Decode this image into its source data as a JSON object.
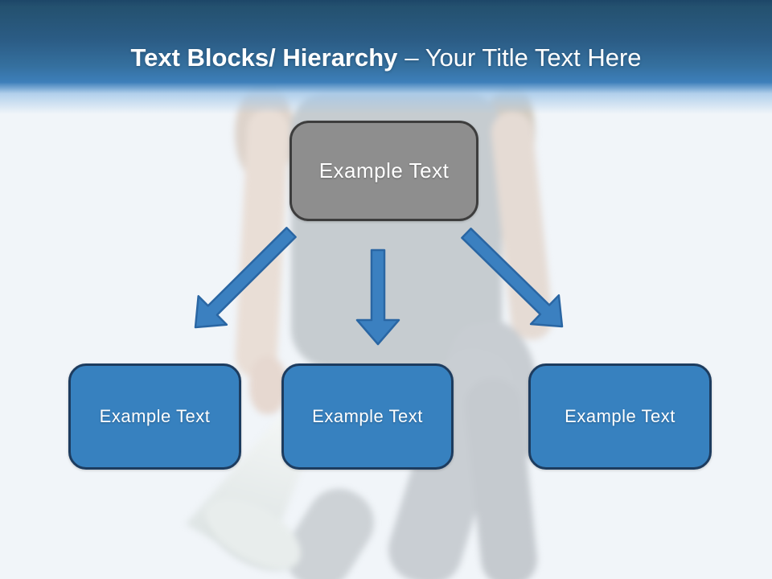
{
  "slide": {
    "header": {
      "title_bold": "Text Blocks/ Hierarchy",
      "title_regular": "– Your Title Text Here"
    },
    "diagram": {
      "root": {
        "label": "Example Text"
      },
      "children": [
        {
          "label": "Example Text"
        },
        {
          "label": "Example Text"
        },
        {
          "label": "Example Text"
        }
      ],
      "arrows": [
        "down-left",
        "down",
        "down-right"
      ]
    },
    "background_figure": "faded photo of woman holding a megaphone",
    "colors": {
      "header_gradient_top": "#1d4668",
      "header_gradient_bottom": "#3d7fba",
      "root_fill": "#8e8e8e",
      "root_border": "#3d3d3d",
      "child_fill": "#3781bf",
      "child_border": "#1d3c5f",
      "arrow_fill": "#3b80c0",
      "arrow_stroke": "#2a66a3",
      "slide_background": "#f1f5f9",
      "title_text": "#ffffff"
    }
  }
}
